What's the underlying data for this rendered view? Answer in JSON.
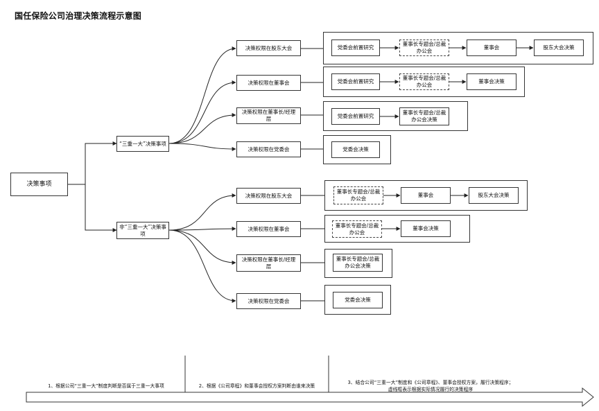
{
  "title": "国任保险公司治理决策流程示意图",
  "root": "决策事项",
  "branches": [
    {
      "label": "“三重一大”决策事项",
      "items": [
        {
          "label": "决策权限在股东大会",
          "steps": [
            "党委会前置研究",
            "董事长专题会/总裁办公会",
            "董事会",
            "股东大会决策"
          ]
        },
        {
          "label": "决策权限在董事会",
          "steps": [
            "党委会前置研究",
            "董事长专题会/总裁办公会",
            "董事会决策"
          ]
        },
        {
          "label": "决策权限在董事长/经理层",
          "steps": [
            "党委会前置研究",
            "董事长专题会/总裁办公会决策"
          ]
        },
        {
          "label": "决策权限在党委会",
          "steps": [
            "党委会决策"
          ]
        }
      ]
    },
    {
      "label": "非“三重一大”决策事项",
      "items": [
        {
          "label": "决策权限在股东大会",
          "steps": [
            "董事长专题会/总裁办公会",
            "董事会",
            "股东大会决策"
          ]
        },
        {
          "label": "决策权限在董事会",
          "steps": [
            "董事长专题会/总裁办公会",
            "董事会决策"
          ]
        },
        {
          "label": "决策权限在董事长/经理层",
          "steps": [
            "董事长专题会/总裁办公会决策"
          ]
        },
        {
          "label": "决策权限在党委会",
          "steps": [
            "党委会决策"
          ]
        }
      ]
    }
  ],
  "footer": {
    "step1": "1、根据公司“三重一大”制度判断是否属于三重一大事项",
    "step2": "2、根据《公司章程》和董事会授权方案判断由谁来决策",
    "step3_line1": "3、结合公司“三重一大”制度和《公司章程》、董事会授权方案，履行决策程序；",
    "step3_line2": "虚线框表示根据实际情况履行的决策程序"
  }
}
